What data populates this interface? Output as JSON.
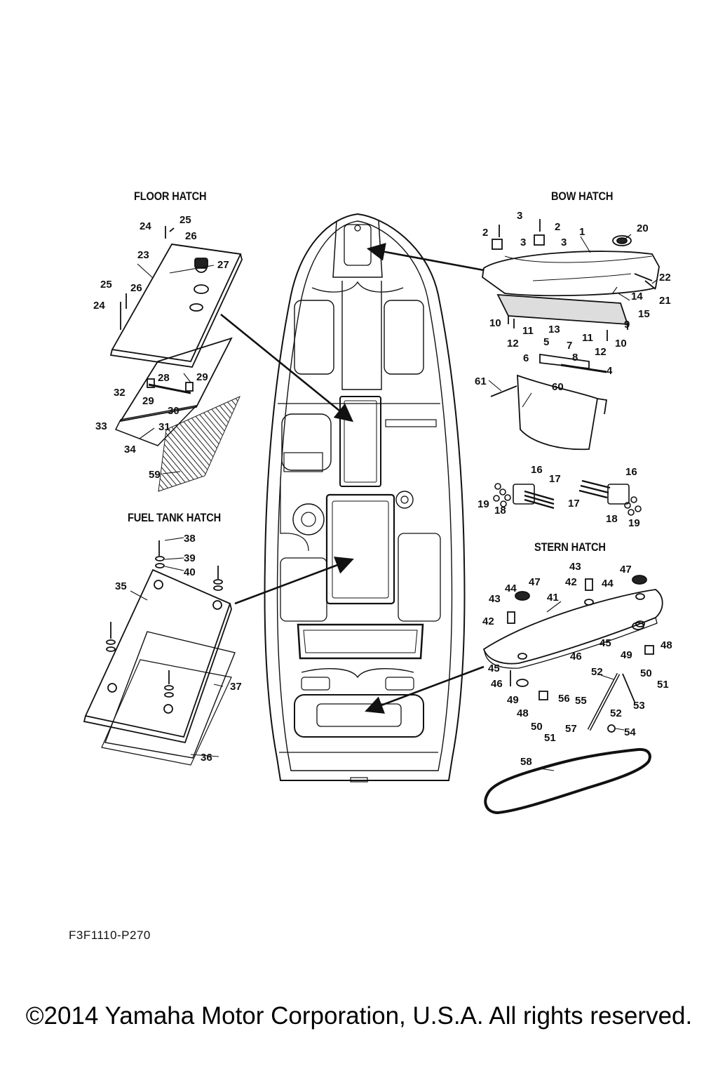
{
  "sections": {
    "floor_hatch": "FLOOR HATCH",
    "bow_hatch": "BOW HATCH",
    "fuel_tank_hatch": "FUEL TANK HATCH",
    "stern_hatch": "STERN HATCH"
  },
  "callouts": [
    "1",
    "2",
    "2",
    "3",
    "3",
    "3",
    "3",
    "4",
    "5",
    "6",
    "7",
    "8",
    "9",
    "10",
    "10",
    "11",
    "11",
    "12",
    "12",
    "13",
    "14",
    "15",
    "16",
    "16",
    "17",
    "17",
    "18",
    "18",
    "19",
    "19",
    "20",
    "21",
    "22",
    "23",
    "24",
    "24",
    "25",
    "25",
    "26",
    "26",
    "27",
    "28",
    "29",
    "29",
    "30",
    "31",
    "32",
    "33",
    "34",
    "35",
    "36",
    "37",
    "38",
    "39",
    "40",
    "41",
    "42",
    "42",
    "43",
    "43",
    "44",
    "44",
    "45",
    "45",
    "46",
    "46",
    "47",
    "47",
    "48",
    "48",
    "49",
    "49",
    "50",
    "50",
    "51",
    "51",
    "52",
    "52",
    "53",
    "54",
    "55",
    "56",
    "57",
    "58",
    "59",
    "60",
    "61"
  ],
  "part_code": "F3F1110-P270",
  "copyright": "©2014 Yamaha Motor Corporation, U.S.A. All rights reserved.",
  "colors": {
    "line": "#111111",
    "background": "#ffffff"
  }
}
